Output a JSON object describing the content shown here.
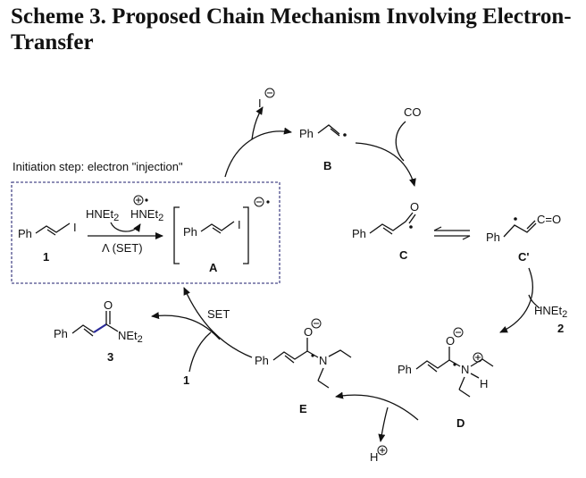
{
  "title": "Scheme 3. Proposed Chain Mechanism Involving Electron-Transfer",
  "initiation_label": "Initiation step: electron \"injection\"",
  "groups": {
    "ph": "Ph",
    "i": "I",
    "n": "N",
    "h": "H",
    "o": "O",
    "c_o": "C=O",
    "co": "CO"
  },
  "species": {
    "iodide": "I",
    "amine": "HNEt",
    "amine_sub": "2",
    "amine_radical_cation": "HNEt",
    "amine_radical_cation_sub": "2",
    "product_amide": "NEt",
    "product_amide_sub": "2",
    "proton": "H"
  },
  "conditions": {
    "set_initiation": "Λ (SET)",
    "set_cycle": "SET"
  },
  "compound_labels": {
    "c1": "1",
    "a": "A",
    "b": "B",
    "c": "C",
    "c_prime": "C'",
    "d": "D",
    "e": "E",
    "c2": "2",
    "c3": "3",
    "reagent1": "1"
  },
  "charges": {
    "minus": "−",
    "plus": "+",
    "radical": "•"
  }
}
